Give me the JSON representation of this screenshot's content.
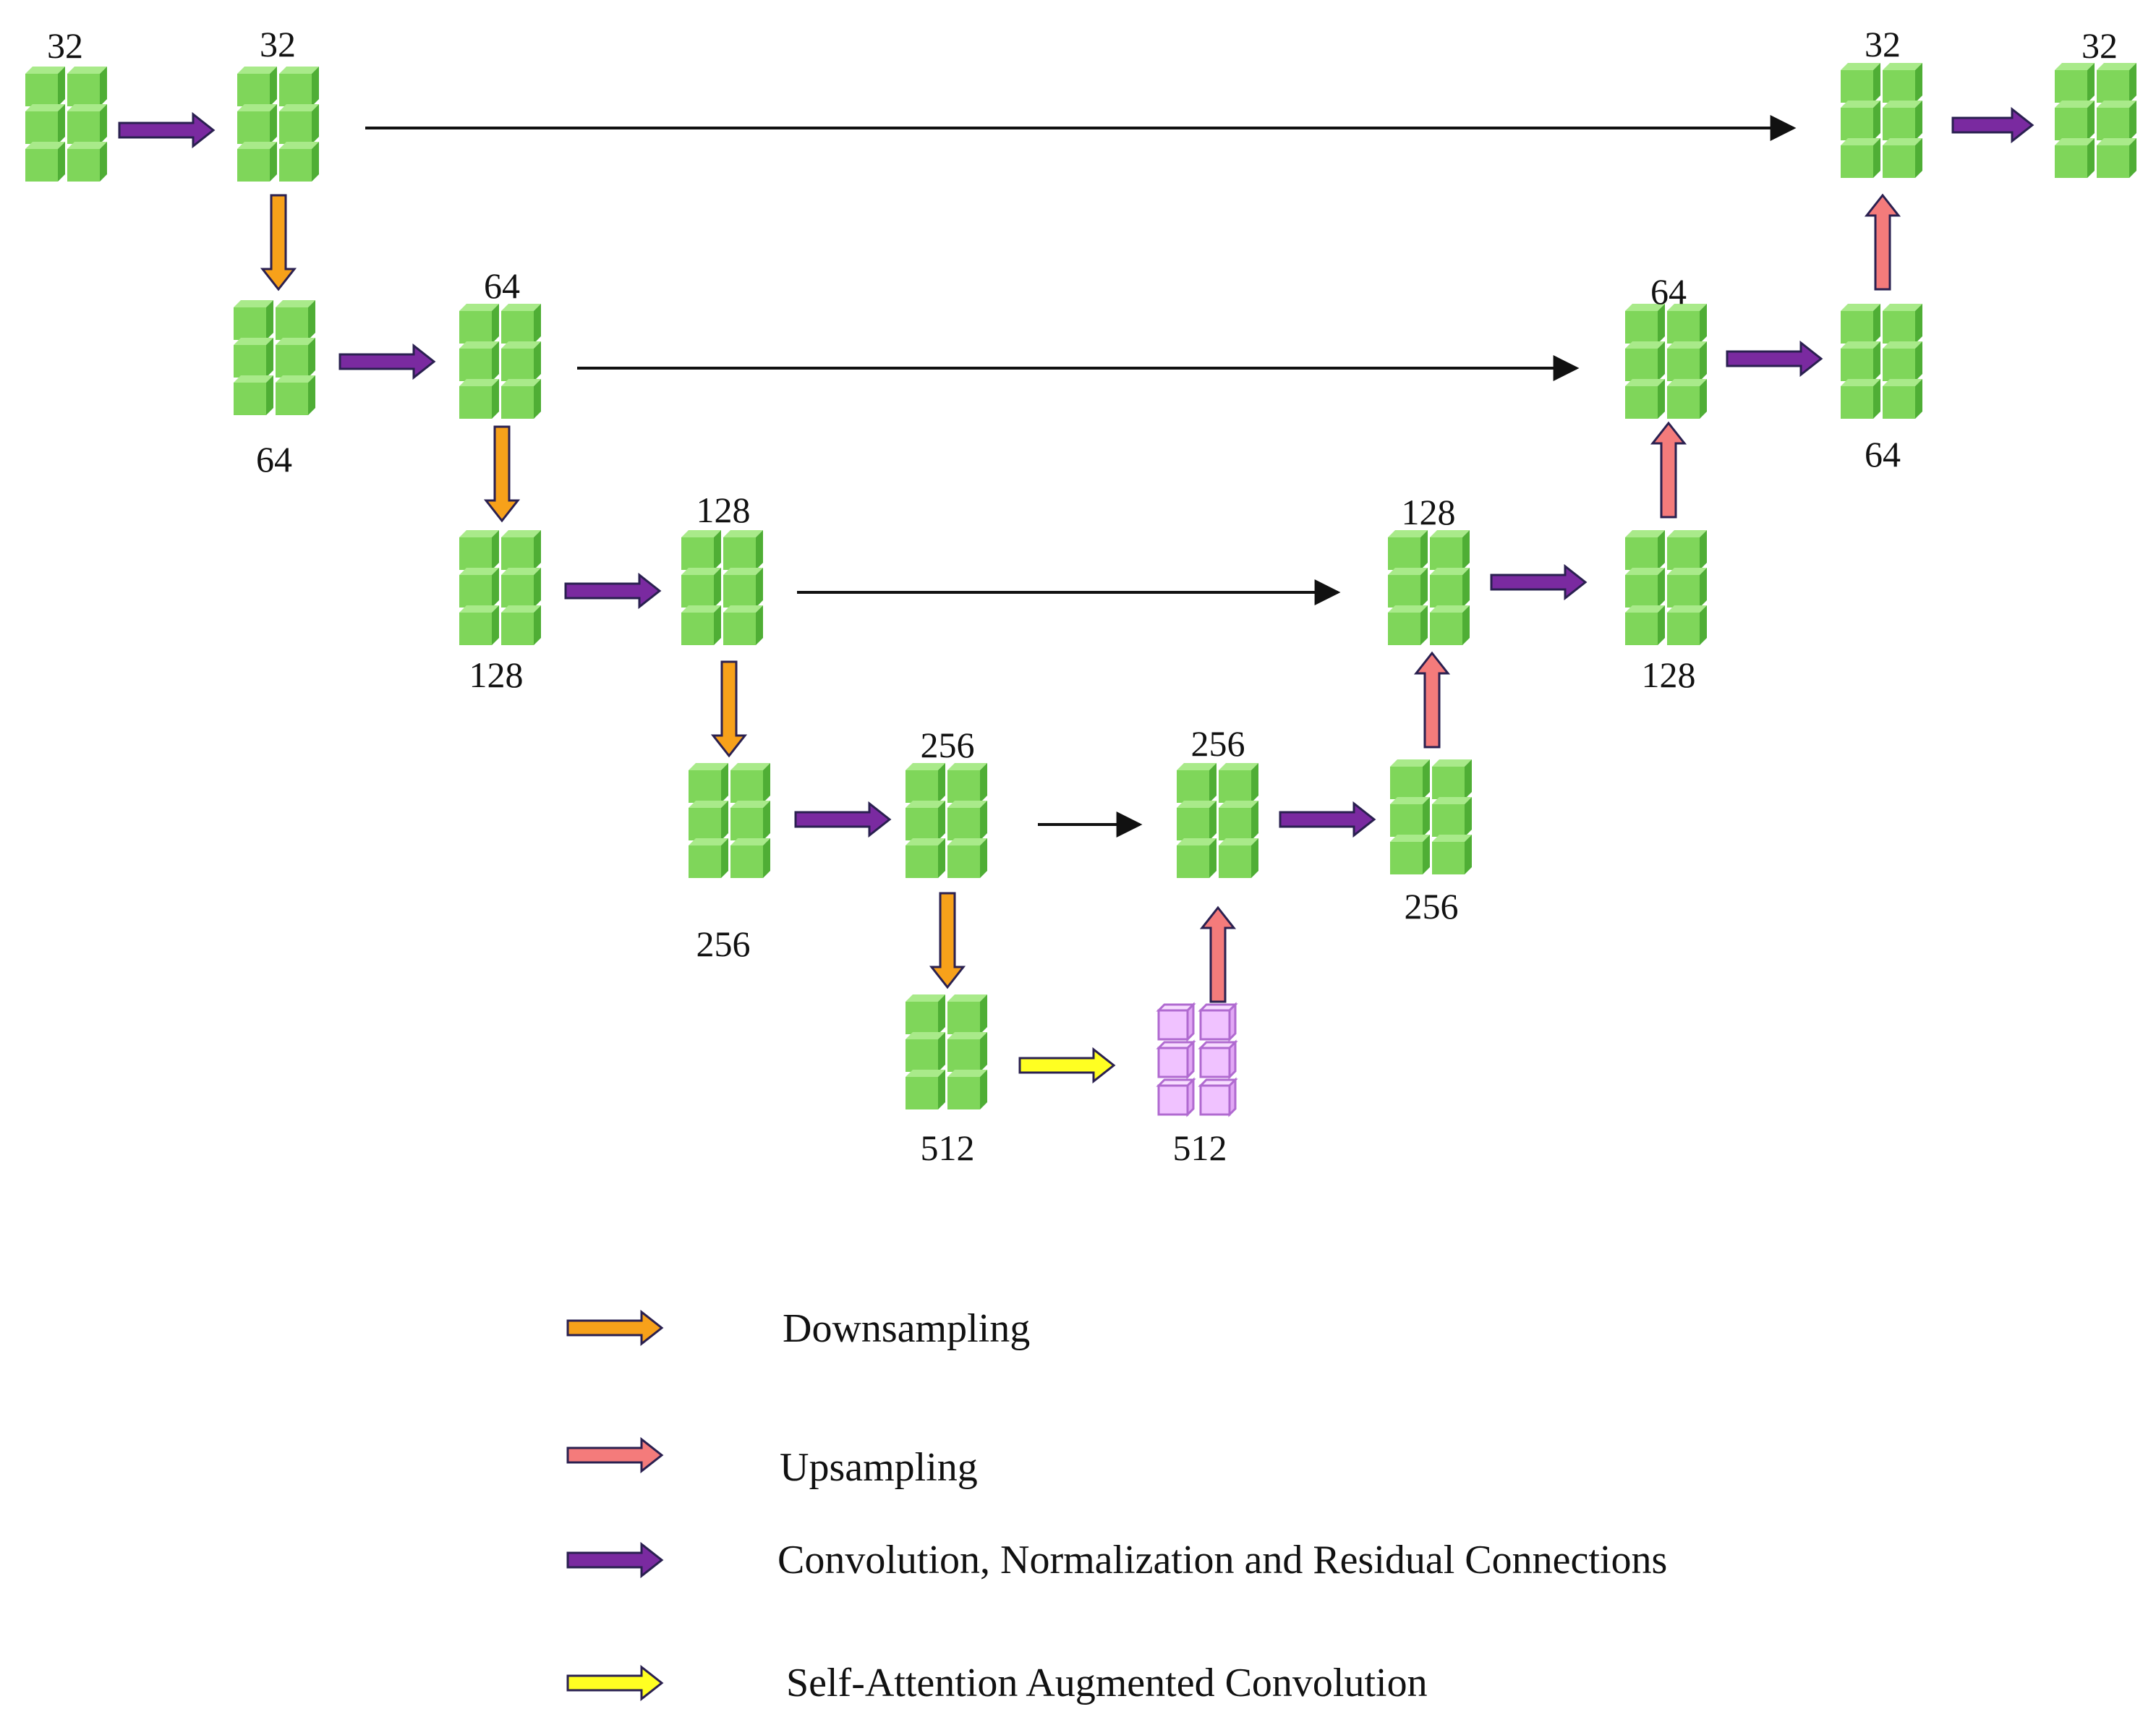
{
  "colors": {
    "block_green": "#7fd65a",
    "block_green_light": "#a9ea8a",
    "block_green_dark": "#4fae35",
    "block_attention": "#f0c2ff",
    "block_attention_edge": "#b06ad0",
    "downsampling": "#f7a11a",
    "upsampling": "#f47b7b",
    "convolution": "#7a2aa0",
    "attention": "#ffff22",
    "skip": "#111111",
    "arrow_outline": "#2a2050"
  },
  "blocks": [
    {
      "id": "enc1-in",
      "label": "32",
      "type": "normal"
    },
    {
      "id": "enc1-conv",
      "label": "32",
      "type": "normal"
    },
    {
      "id": "enc2-in",
      "label": "64",
      "type": "normal"
    },
    {
      "id": "enc2-conv",
      "label": "64",
      "type": "normal"
    },
    {
      "id": "enc3-in",
      "label": "128",
      "type": "normal"
    },
    {
      "id": "enc3-conv",
      "label": "128",
      "type": "normal"
    },
    {
      "id": "enc4-in",
      "label": "256",
      "type": "normal"
    },
    {
      "id": "enc4-conv",
      "label": "256",
      "type": "normal"
    },
    {
      "id": "bottleneck-in",
      "label": "512",
      "type": "normal"
    },
    {
      "id": "bottleneck-attn",
      "label": "512",
      "type": "attention"
    },
    {
      "id": "dec4-up",
      "label": "256",
      "type": "normal"
    },
    {
      "id": "dec4-conv",
      "label": "256",
      "type": "normal"
    },
    {
      "id": "dec3-up",
      "label": "128",
      "type": "normal"
    },
    {
      "id": "dec3-conv",
      "label": "128",
      "type": "normal"
    },
    {
      "id": "dec2-up",
      "label": "64",
      "type": "normal"
    },
    {
      "id": "dec2-conv",
      "label": "64",
      "type": "normal"
    },
    {
      "id": "dec1-up",
      "label": "32",
      "type": "normal"
    },
    {
      "id": "output",
      "label": "32",
      "type": "normal"
    }
  ],
  "legend": [
    {
      "kind": "downsampling",
      "label": "Downsampling"
    },
    {
      "kind": "upsampling",
      "label": "Upsampling"
    },
    {
      "kind": "convolution",
      "label": "Convolution, Normalization and Residual Connections"
    },
    {
      "kind": "attention",
      "label": "Self-Attention Augmented Convolution"
    }
  ]
}
